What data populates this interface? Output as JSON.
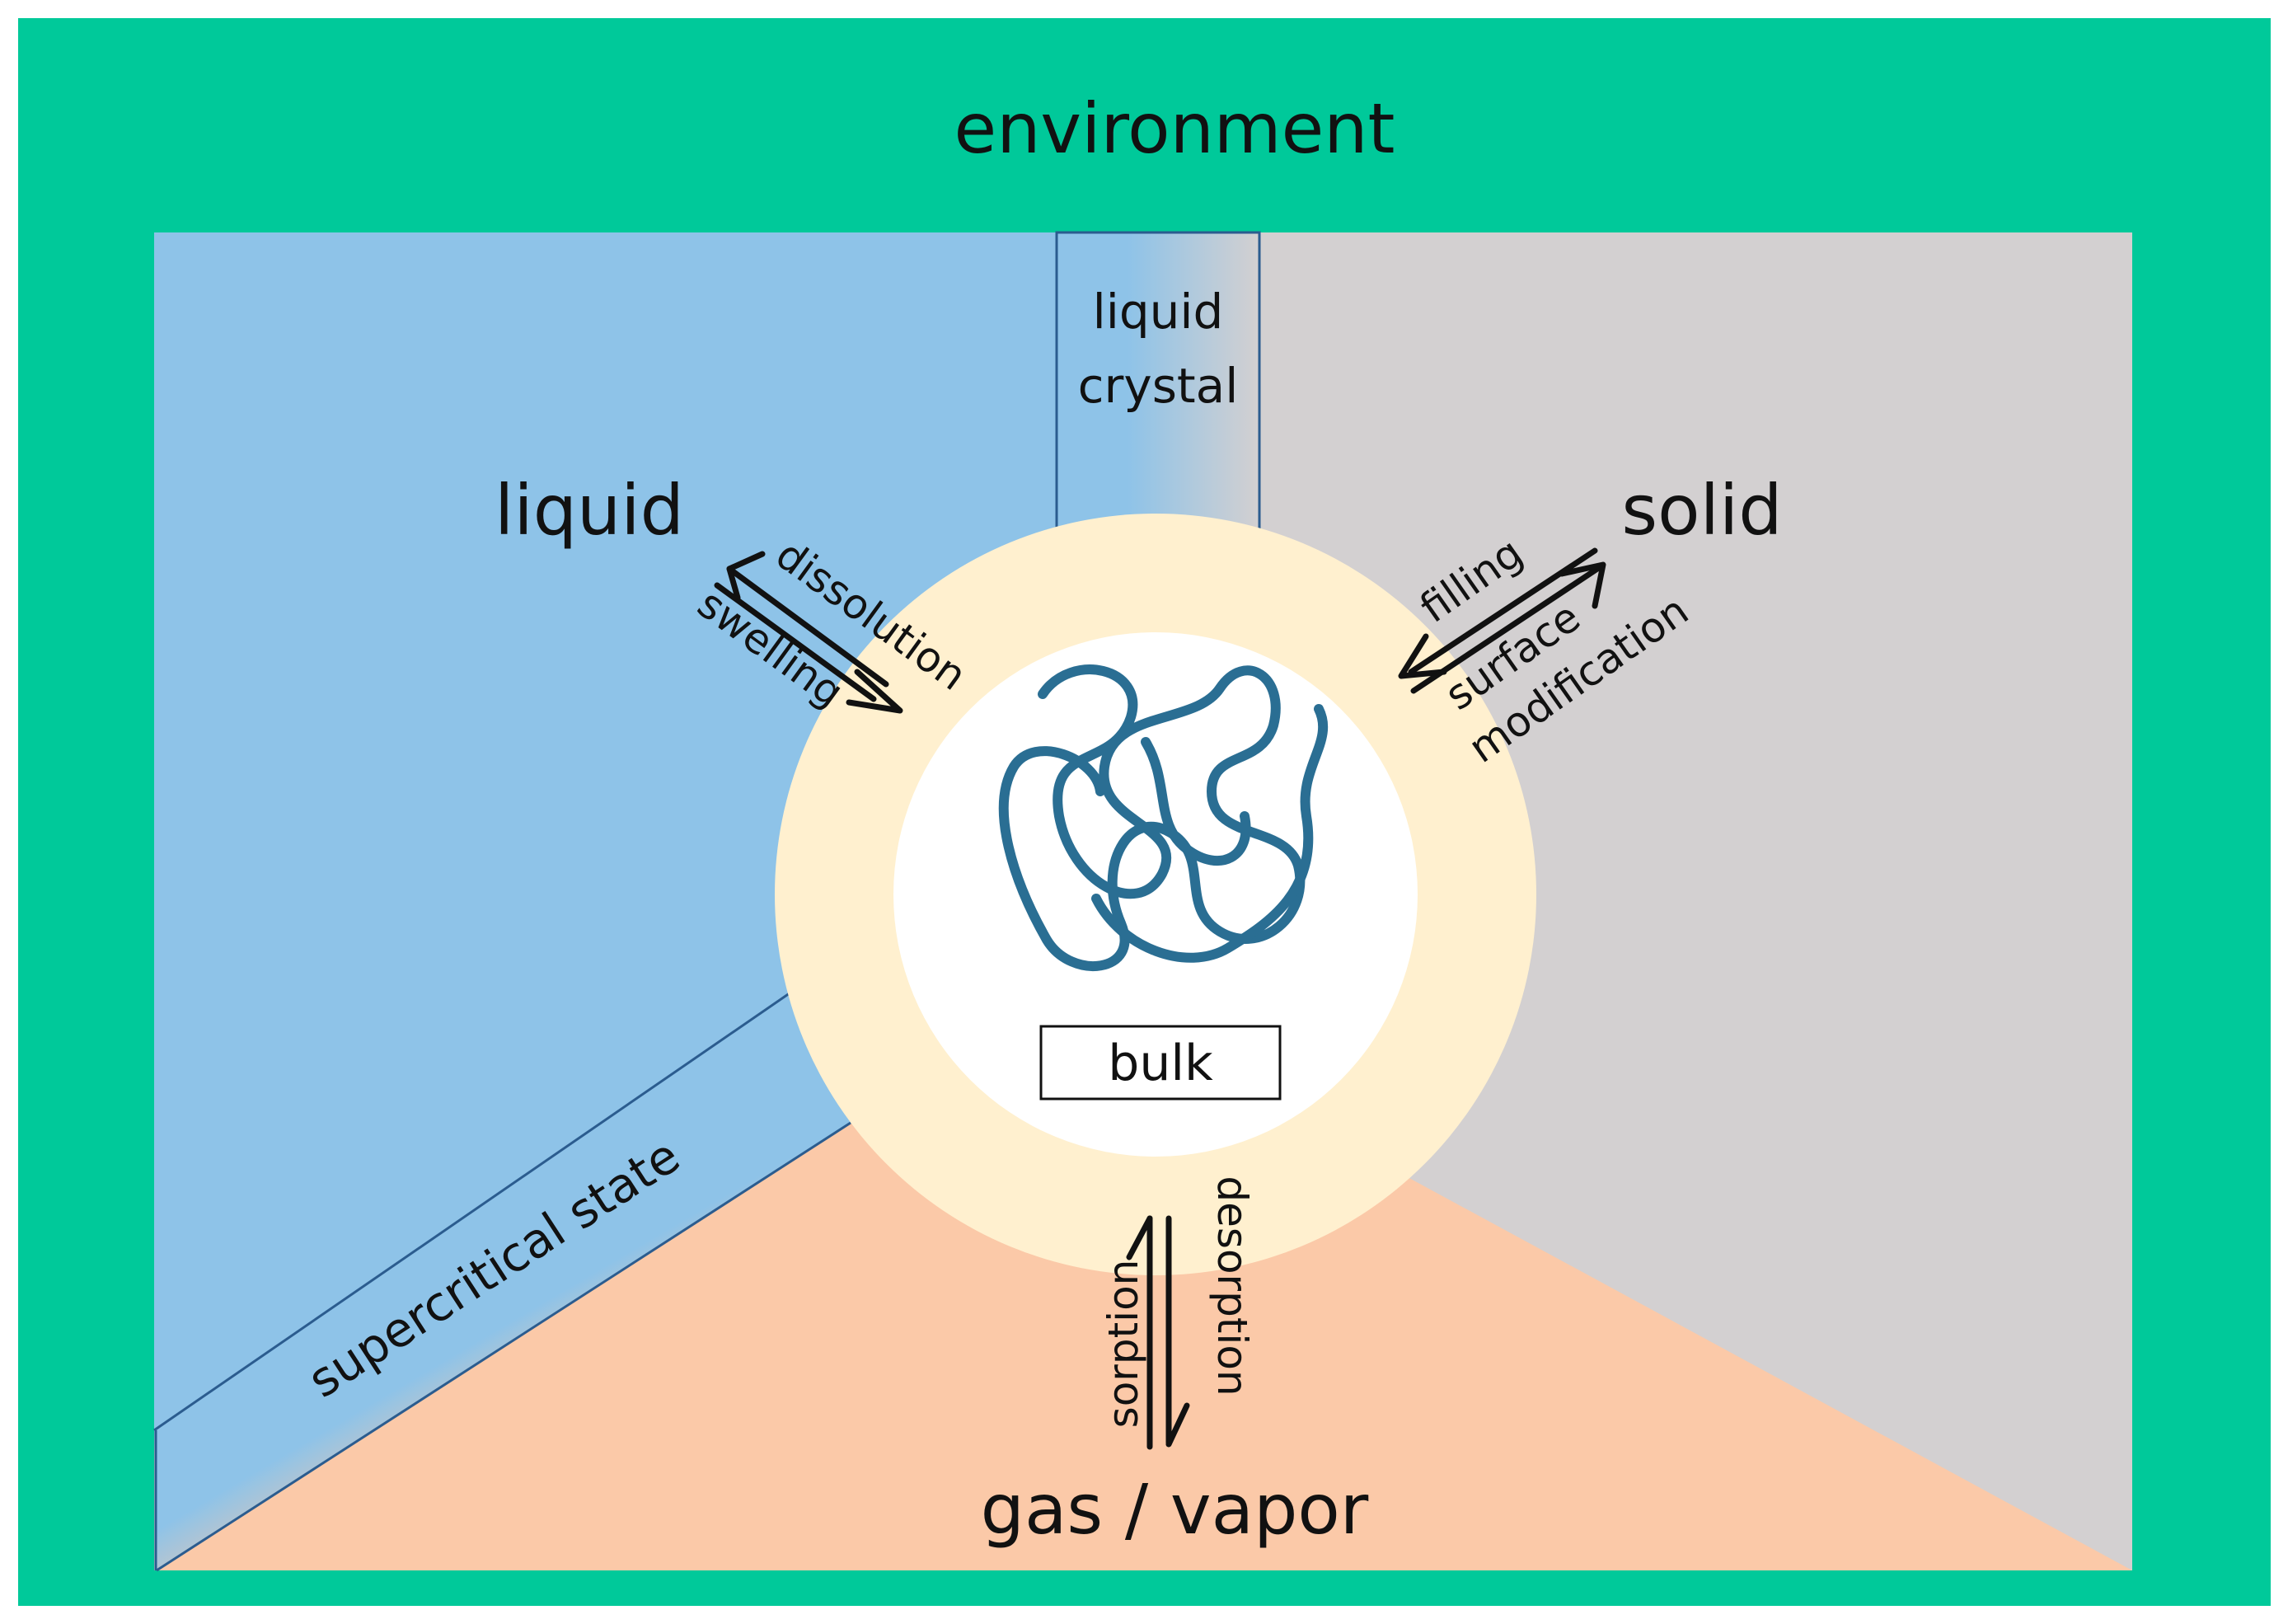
{
  "environment_label": "environment",
  "phases": {
    "liquid": "liquid",
    "solid": "solid",
    "gas": "gas / vapor",
    "supercritical": "supercritical state",
    "liquid_crystal_line1": "liquid",
    "liquid_crystal_line2": "crystal"
  },
  "processes": {
    "liquid_in": "swelling",
    "liquid_out": "dissolution",
    "solid_in": "filling",
    "solid_in_line2": "surface",
    "solid_in_line3": "modification",
    "gas_in": "desorption",
    "gas_out": "sorption"
  },
  "center_label": "bulk",
  "colors": {
    "frame": "#00C99A",
    "liquid": "#8EC3E8",
    "solid": "#D3D0D1",
    "gas": "#FBC9A8",
    "surface_ring": "#FFF0CF",
    "bulk": "#FFFFFF",
    "polymer": "#2A6E93"
  },
  "icons": {
    "polymer": "polymer-coil-icon"
  }
}
